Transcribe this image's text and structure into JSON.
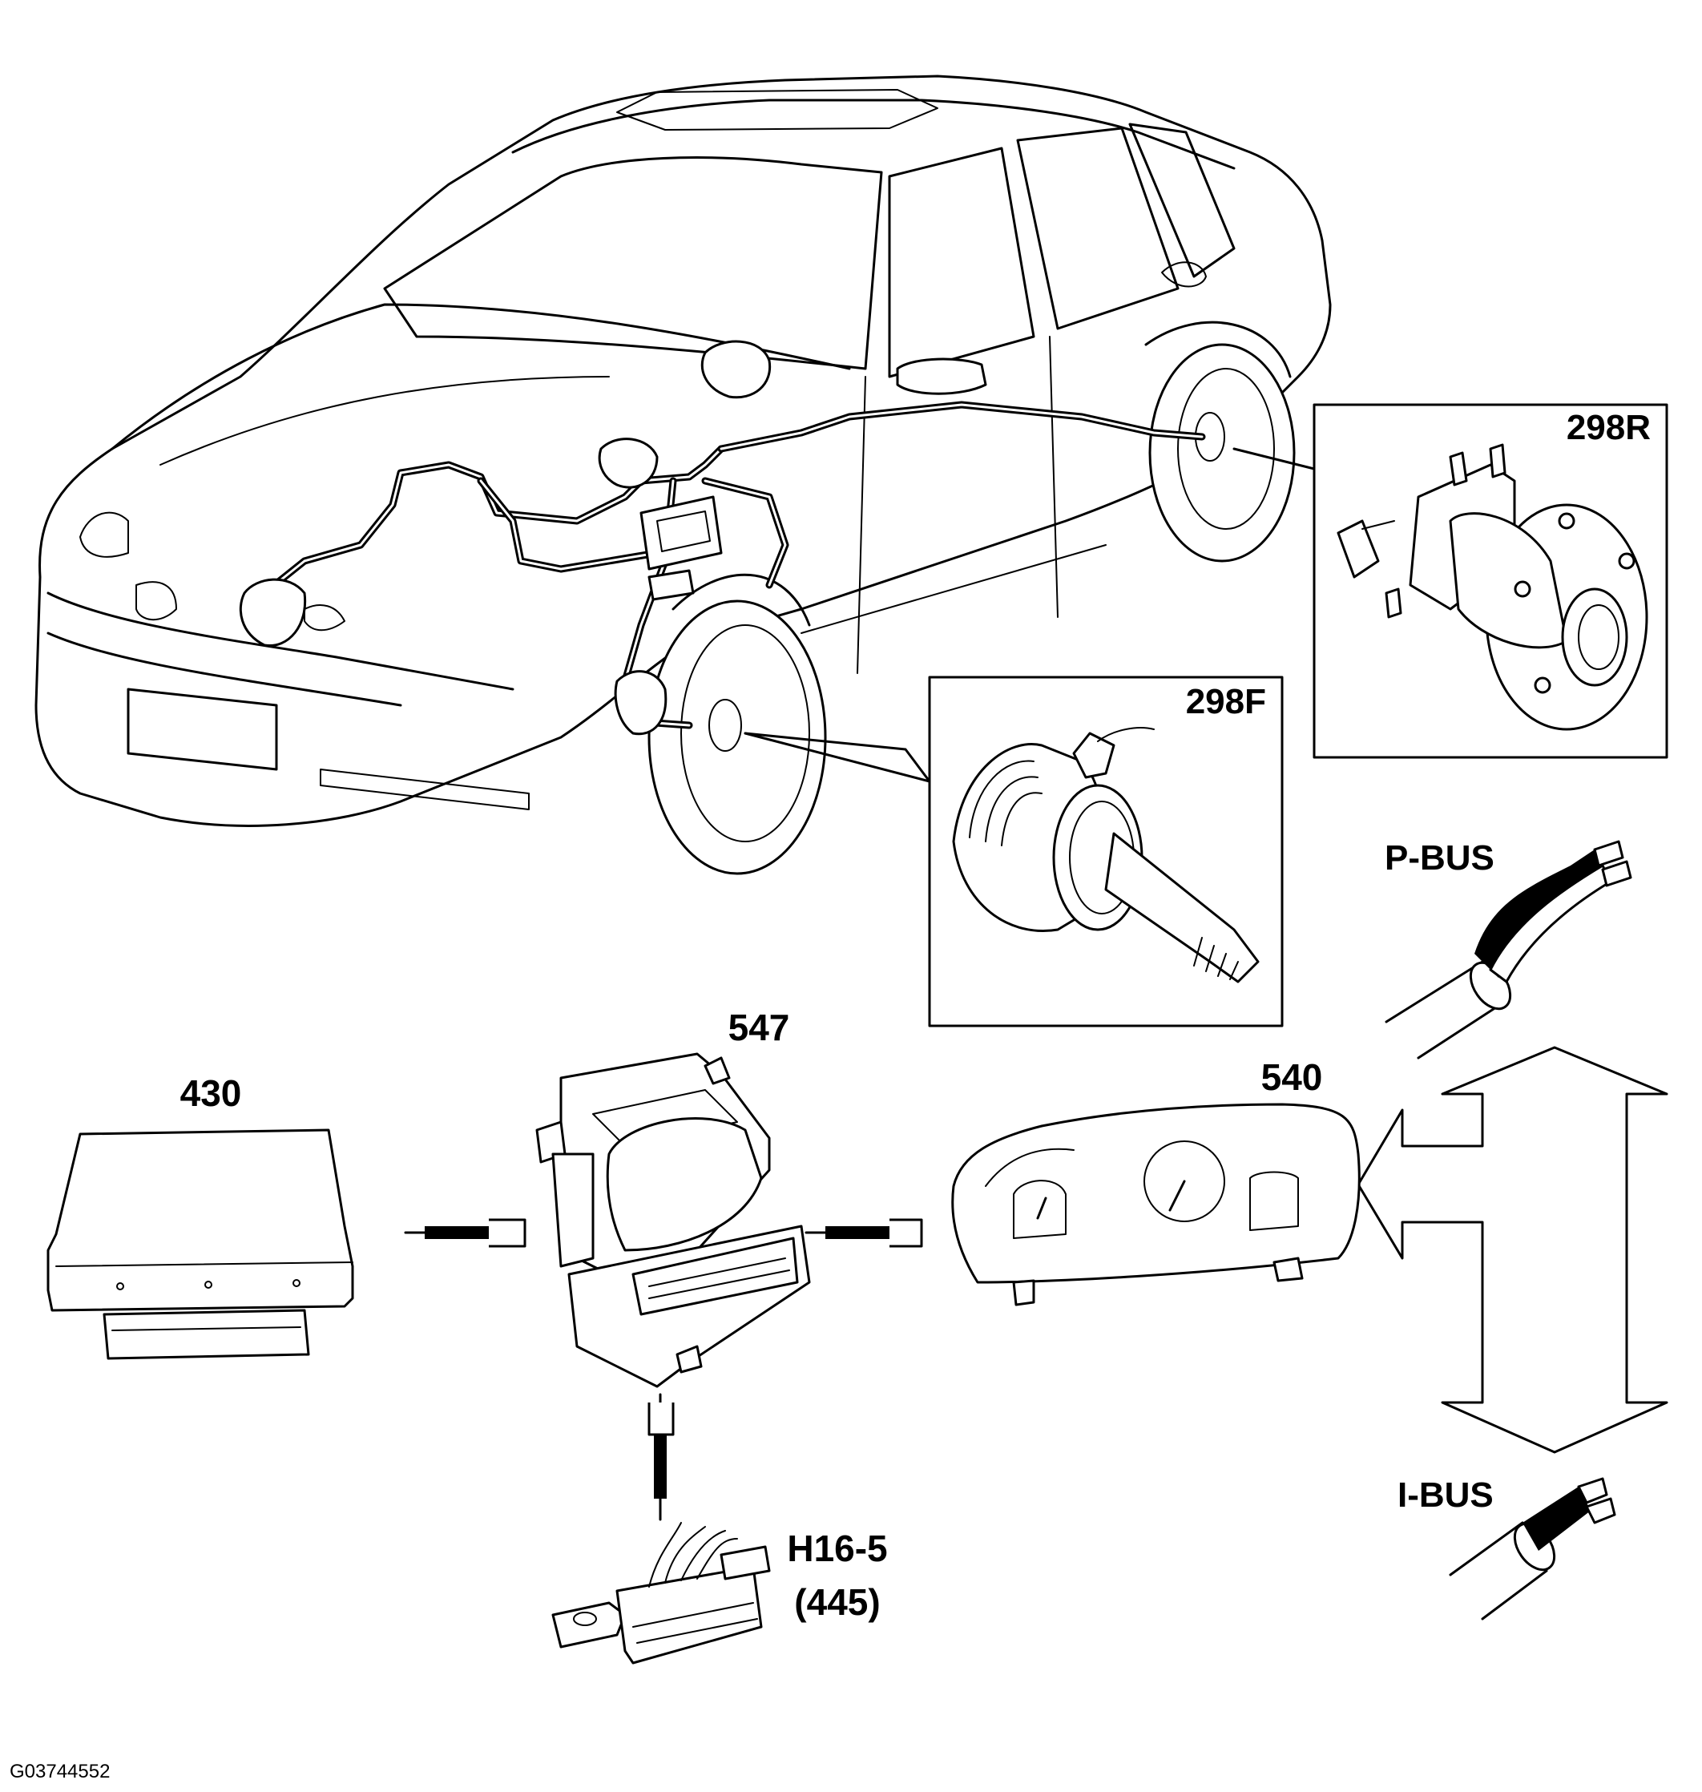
{
  "labels": {
    "sensor_rear": "298R",
    "sensor_front": "298F",
    "pbus": "P-BUS",
    "ibus": "I-BUS",
    "abs_unit": "547",
    "ecm": "430",
    "instrument_cluster": "540",
    "diag_connector_line1": "H16-5",
    "diag_connector_line2": "(445)"
  },
  "figure_id": "G03744552",
  "colors": {
    "ink": "#000000",
    "paper": "#ffffff"
  }
}
